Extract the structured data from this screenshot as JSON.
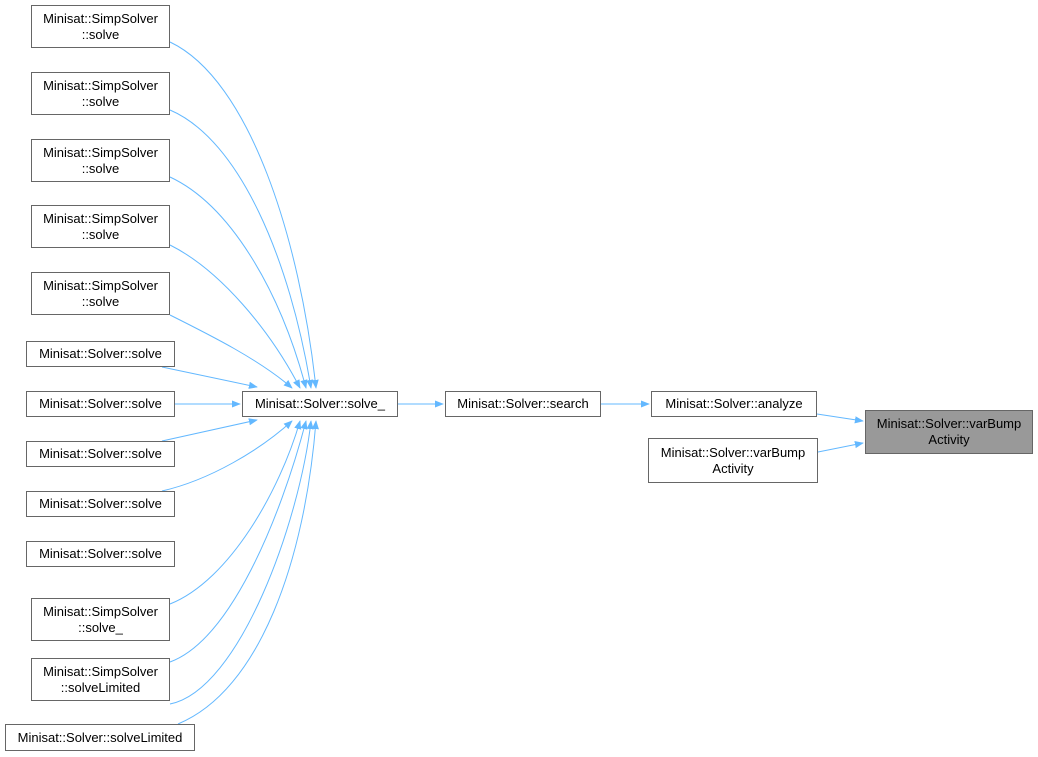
{
  "graph": {
    "edge_color": "#63b8ff",
    "focus_fill": "#999999",
    "nodes": [
      {
        "id": "n0",
        "lines": [
          "Minisat::SimpSolver",
          "::solve"
        ]
      },
      {
        "id": "n1",
        "lines": [
          "Minisat::SimpSolver",
          "::solve"
        ]
      },
      {
        "id": "n2",
        "lines": [
          "Minisat::SimpSolver",
          "::solve"
        ]
      },
      {
        "id": "n3",
        "lines": [
          "Minisat::SimpSolver",
          "::solve"
        ]
      },
      {
        "id": "n4",
        "lines": [
          "Minisat::SimpSolver",
          "::solve"
        ]
      },
      {
        "id": "n5",
        "lines": [
          "Minisat::Solver::solve"
        ]
      },
      {
        "id": "n6",
        "lines": [
          "Minisat::Solver::solve"
        ]
      },
      {
        "id": "n7",
        "lines": [
          "Minisat::Solver::solve"
        ]
      },
      {
        "id": "n8",
        "lines": [
          "Minisat::Solver::solve"
        ]
      },
      {
        "id": "n9",
        "lines": [
          "Minisat::Solver::solve"
        ]
      },
      {
        "id": "n10",
        "lines": [
          "Minisat::SimpSolver",
          "::solve_"
        ]
      },
      {
        "id": "n11",
        "lines": [
          "Minisat::SimpSolver",
          "::solveLimited"
        ]
      },
      {
        "id": "n12",
        "lines": [
          "Minisat::Solver::solveLimited"
        ]
      },
      {
        "id": "solve_",
        "lines": [
          "Minisat::Solver::solve_"
        ]
      },
      {
        "id": "search",
        "lines": [
          "Minisat::Solver::search"
        ]
      },
      {
        "id": "analyze",
        "lines": [
          "Minisat::Solver::analyze"
        ]
      },
      {
        "id": "varbump2",
        "lines": [
          "Minisat::Solver::varBump",
          "Activity"
        ]
      },
      {
        "id": "target",
        "lines": [
          "Minisat::Solver::varBump",
          "Activity"
        ]
      }
    ],
    "edges": [
      [
        "n0",
        "solve_"
      ],
      [
        "n1",
        "solve_"
      ],
      [
        "n2",
        "solve_"
      ],
      [
        "n3",
        "solve_"
      ],
      [
        "n4",
        "solve_"
      ],
      [
        "n5",
        "solve_"
      ],
      [
        "n6",
        "solve_"
      ],
      [
        "n7",
        "solve_"
      ],
      [
        "n8",
        "solve_"
      ],
      [
        "n9",
        "solve_"
      ],
      [
        "n10",
        "solve_"
      ],
      [
        "n11",
        "solve_"
      ],
      [
        "n12",
        "solve_"
      ],
      [
        "solve_",
        "search"
      ],
      [
        "search",
        "analyze"
      ],
      [
        "analyze",
        "target"
      ],
      [
        "varbump2",
        "target"
      ]
    ]
  }
}
